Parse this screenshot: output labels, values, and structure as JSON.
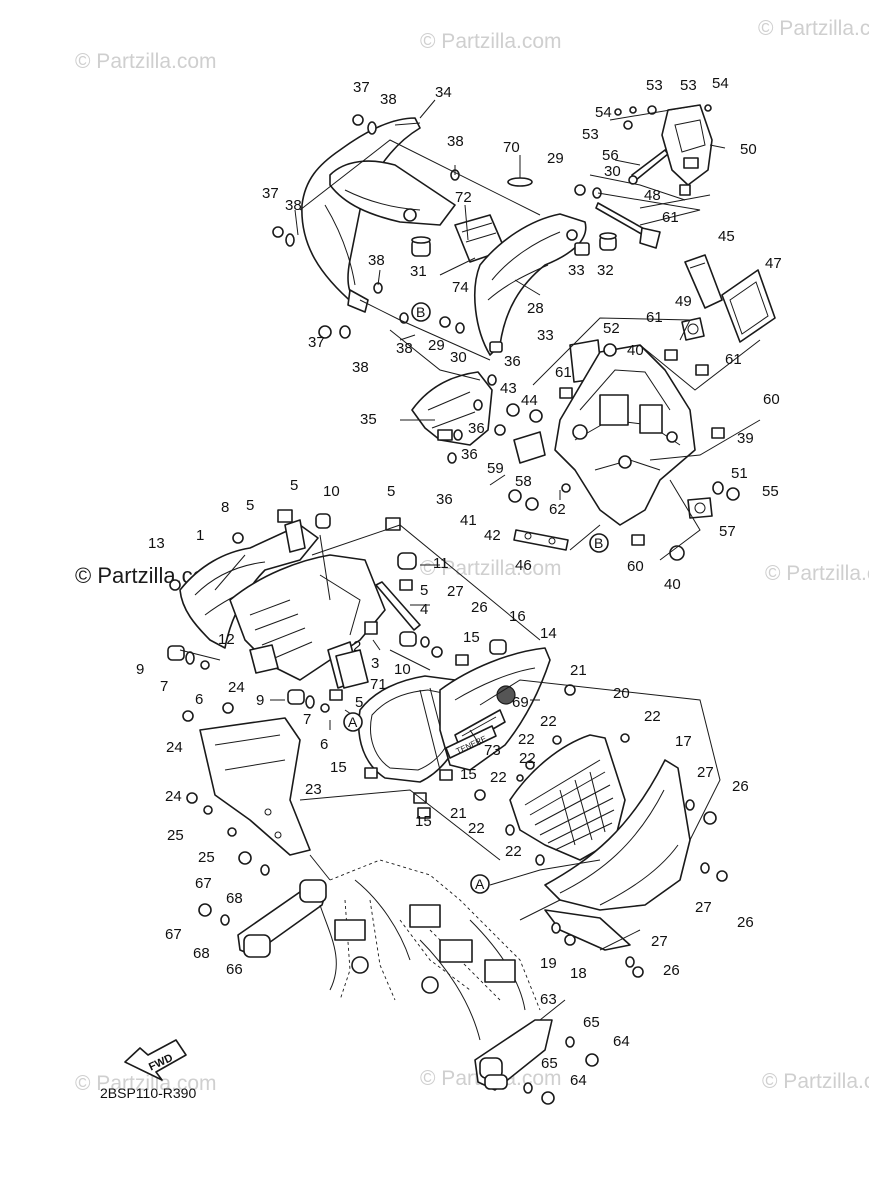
{
  "diagram": {
    "ref_code": "2BSP110-R390",
    "fwd_label": "FWD",
    "watermark": "© Partzilla.com",
    "watermark_strong": "© Partzilla.com",
    "ref_marks": {
      "a": "A",
      "b": "B"
    },
    "callouts": {
      "c1": "1",
      "c2": "2",
      "c3": "3",
      "c4": "4",
      "c5": "5",
      "c6": "6",
      "c7": "7",
      "c8": "8",
      "c9": "9",
      "c10": "10",
      "c11": "11",
      "c12": "12",
      "c13": "13",
      "c14": "14",
      "c15": "15",
      "c16": "16",
      "c17": "17",
      "c18": "18",
      "c19": "19",
      "c20": "20",
      "c21": "21",
      "c22": "22",
      "c23": "23",
      "c24": "24",
      "c25": "25",
      "c26": "26",
      "c27": "27",
      "c28": "28",
      "c29": "29",
      "c30": "30",
      "c31": "31",
      "c32": "32",
      "c33": "33",
      "c34": "34",
      "c35": "35",
      "c36": "36",
      "c37": "37",
      "c38": "38",
      "c39": "39",
      "c40": "40",
      "c41": "41",
      "c42": "42",
      "c43": "43",
      "c44": "44",
      "c45": "45",
      "c46": "46",
      "c47": "47",
      "c48": "48",
      "c49": "49",
      "c50": "50",
      "c51": "51",
      "c52": "52",
      "c53": "53",
      "c54": "54",
      "c55": "55",
      "c56": "56",
      "c57": "57",
      "c58": "58",
      "c59": "59",
      "c60": "60",
      "c61": "61",
      "c62": "62",
      "c63": "63",
      "c64": "64",
      "c65": "65",
      "c66": "66",
      "c67": "67",
      "c68": "68",
      "c69": "69",
      "c70": "70",
      "c71": "71",
      "c72": "72",
      "c73": "73",
      "c74": "74"
    }
  }
}
